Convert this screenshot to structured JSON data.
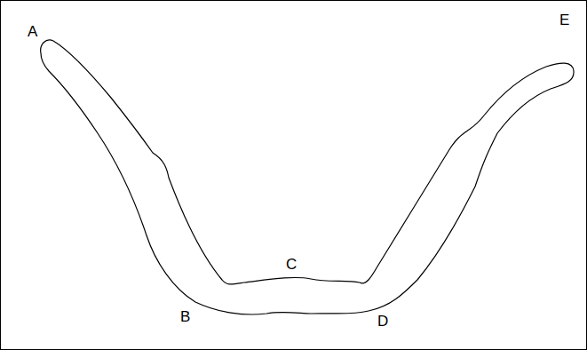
{
  "diagram": {
    "labels": [
      "A",
      "E",
      "C",
      "B",
      "D"
    ]
  }
}
